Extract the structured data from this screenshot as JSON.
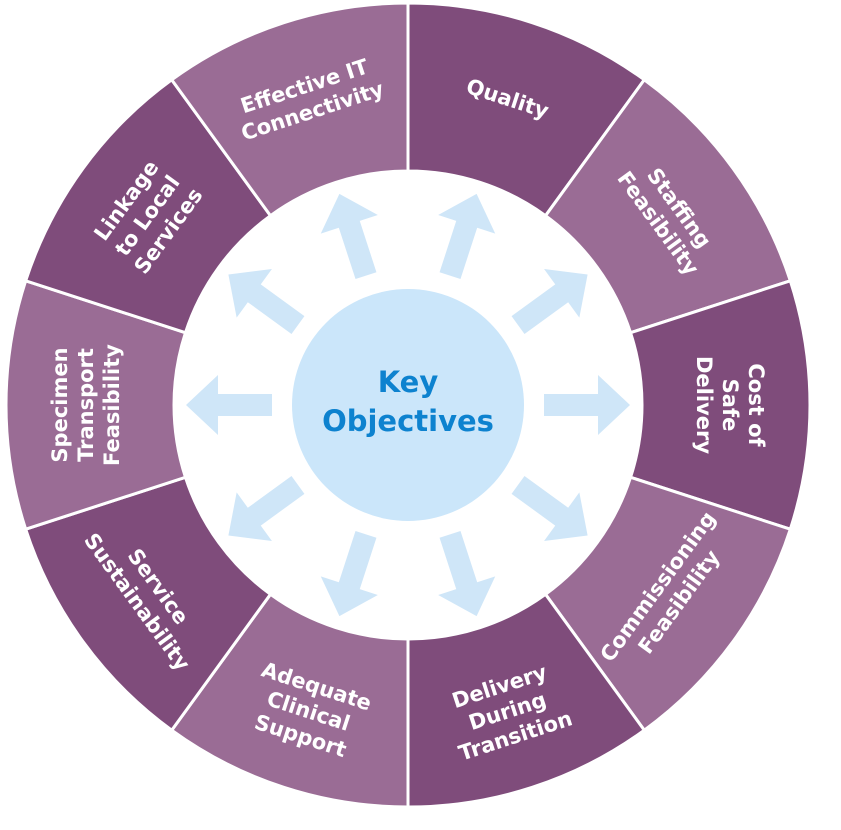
{
  "center": {
    "line1": "Key",
    "line2": "Objectives"
  },
  "colors": {
    "segment_dark": "#7f4c7b",
    "segment_light": "#9a6c95",
    "divider": "#ffffff",
    "arrow": "#cfe6f8",
    "center_fill": "#cbe6fa",
    "center_text": "#0d82cf"
  },
  "segments": [
    {
      "id": "quality",
      "lines": [
        "Quality"
      ],
      "shade": "dark"
    },
    {
      "id": "staffing-feasibility",
      "lines": [
        "Staffing",
        "Feasibility"
      ],
      "shade": "light"
    },
    {
      "id": "cost-of-safe-delivery",
      "lines": [
        "Cost of",
        "Safe",
        "Delivery"
      ],
      "shade": "dark"
    },
    {
      "id": "commissioning-feasibility",
      "lines": [
        "Commissioning",
        "Feasibility"
      ],
      "shade": "light"
    },
    {
      "id": "delivery-during-transition",
      "lines": [
        "Delivery",
        "During",
        "Transition"
      ],
      "shade": "dark"
    },
    {
      "id": "adequate-clinical-support",
      "lines": [
        "Adequate",
        "Clinical",
        "Support"
      ],
      "shade": "light"
    },
    {
      "id": "service-sustainability",
      "lines": [
        "Service",
        "Sustainability"
      ],
      "shade": "dark"
    },
    {
      "id": "specimen-transport-feasibility",
      "lines": [
        "Specimen",
        "Transport",
        "Feasibility"
      ],
      "shade": "light"
    },
    {
      "id": "linkage-to-local-services",
      "lines": [
        "Linkage",
        "to Local",
        "Services"
      ],
      "shade": "dark"
    },
    {
      "id": "effective-it-connectivity",
      "lines": [
        "Effective IT",
        "Connectivity"
      ],
      "shade": "light"
    }
  ],
  "arrows": [
    {
      "id": "up-left"
    },
    {
      "id": "up-right"
    },
    {
      "id": "upper-right"
    },
    {
      "id": "right"
    },
    {
      "id": "lower-right"
    },
    {
      "id": "down-right"
    },
    {
      "id": "down-left"
    },
    {
      "id": "lower-left"
    },
    {
      "id": "left"
    },
    {
      "id": "upper-left"
    }
  ]
}
